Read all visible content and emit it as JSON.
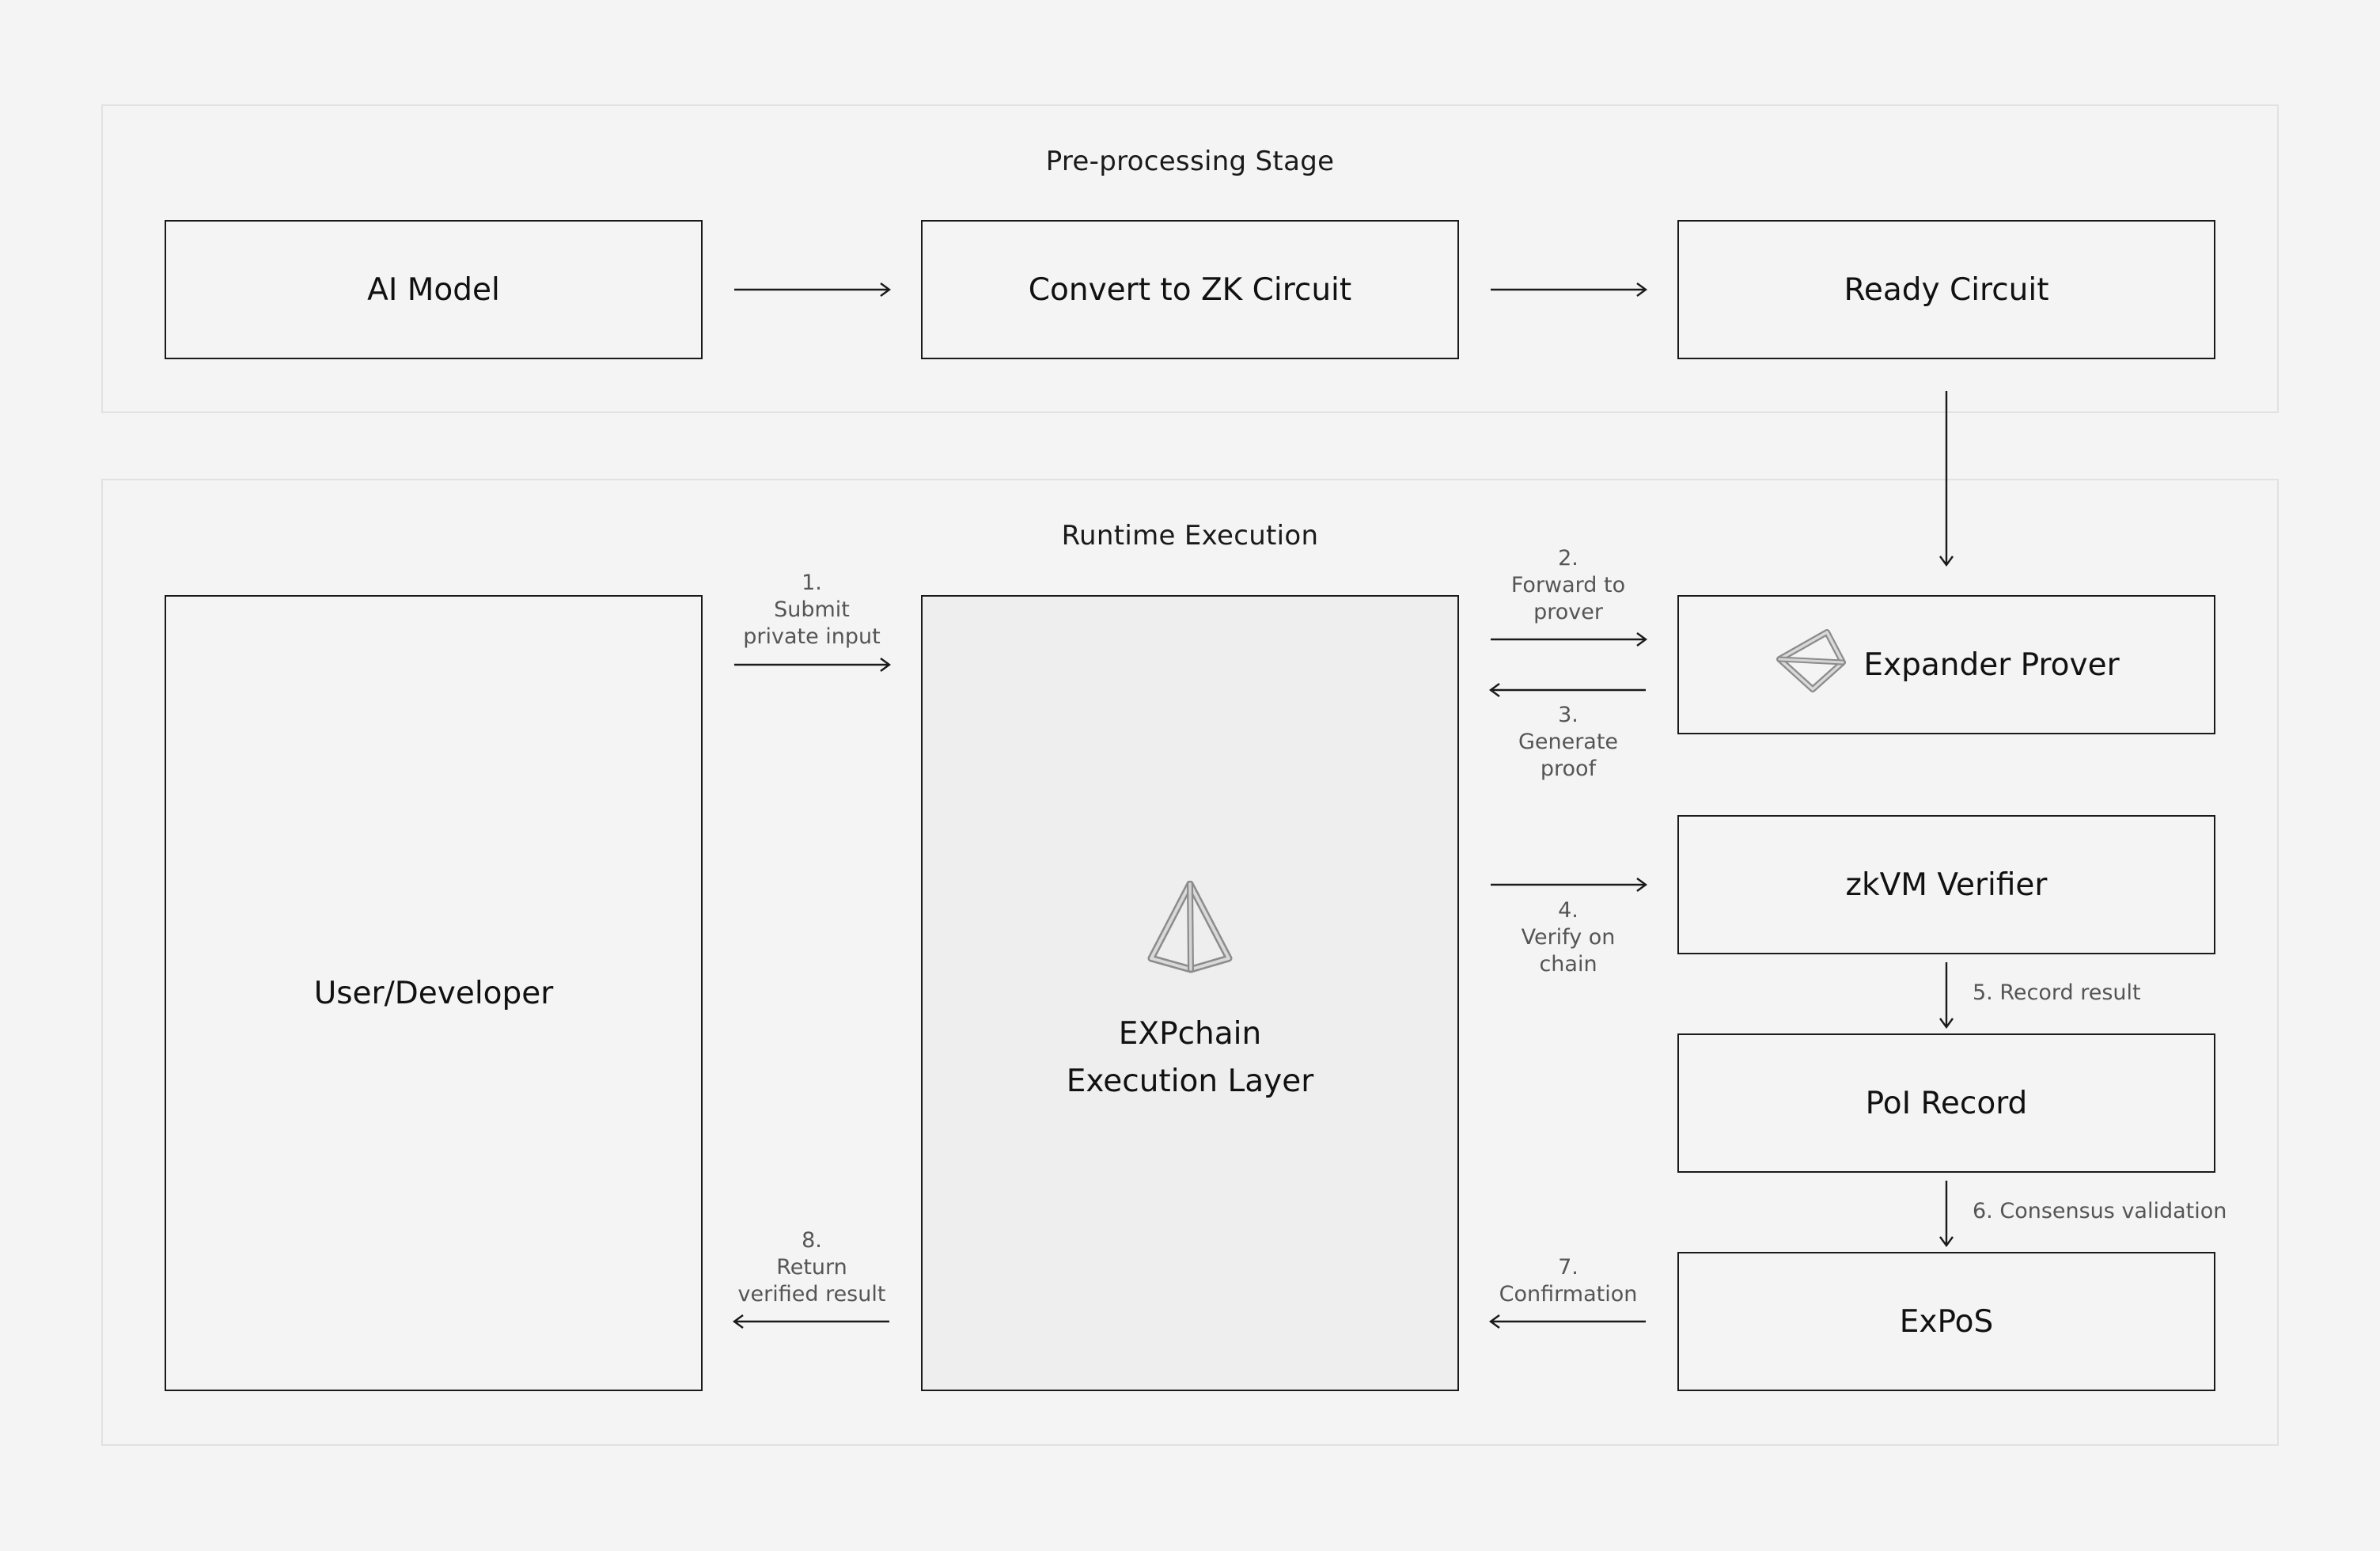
{
  "stages": {
    "preprocessing": {
      "title": "Pre-processing Stage"
    },
    "runtime": {
      "title": "Runtime Execution"
    }
  },
  "nodes": {
    "ai_model": "AI Model",
    "convert": "Convert to ZK Circuit",
    "ready": "Ready Circuit",
    "user": "User/Developer",
    "expchain_line1": "EXPchain",
    "expchain_line2": "Execution Layer",
    "prover": "Expander Prover",
    "verifier": "zkVM Verifier",
    "poi": "PoI Record",
    "expos": "ExPoS"
  },
  "steps": {
    "s1": [
      "1.",
      "Submit",
      "private input"
    ],
    "s2": [
      "2.",
      "Forward to",
      "prover"
    ],
    "s3": [
      "3.",
      "Generate",
      "proof"
    ],
    "s4": [
      "4.",
      "Verify on",
      "chain"
    ],
    "s5": "5. Record result",
    "s6": "6. Consensus validation",
    "s7": [
      "7.",
      "Confirmation"
    ],
    "s8": [
      "8.",
      "Return",
      "verified result"
    ]
  },
  "icons": {
    "prover": "pyramid-wireframe-icon",
    "expchain": "pyramid-wireframe-icon"
  },
  "colors": {
    "background": "#f4f4f4",
    "stage_border": "#e1e1e1",
    "box_border": "#1a1a1a",
    "shaded_box": "#eeeeee",
    "step_label": "#555555"
  }
}
